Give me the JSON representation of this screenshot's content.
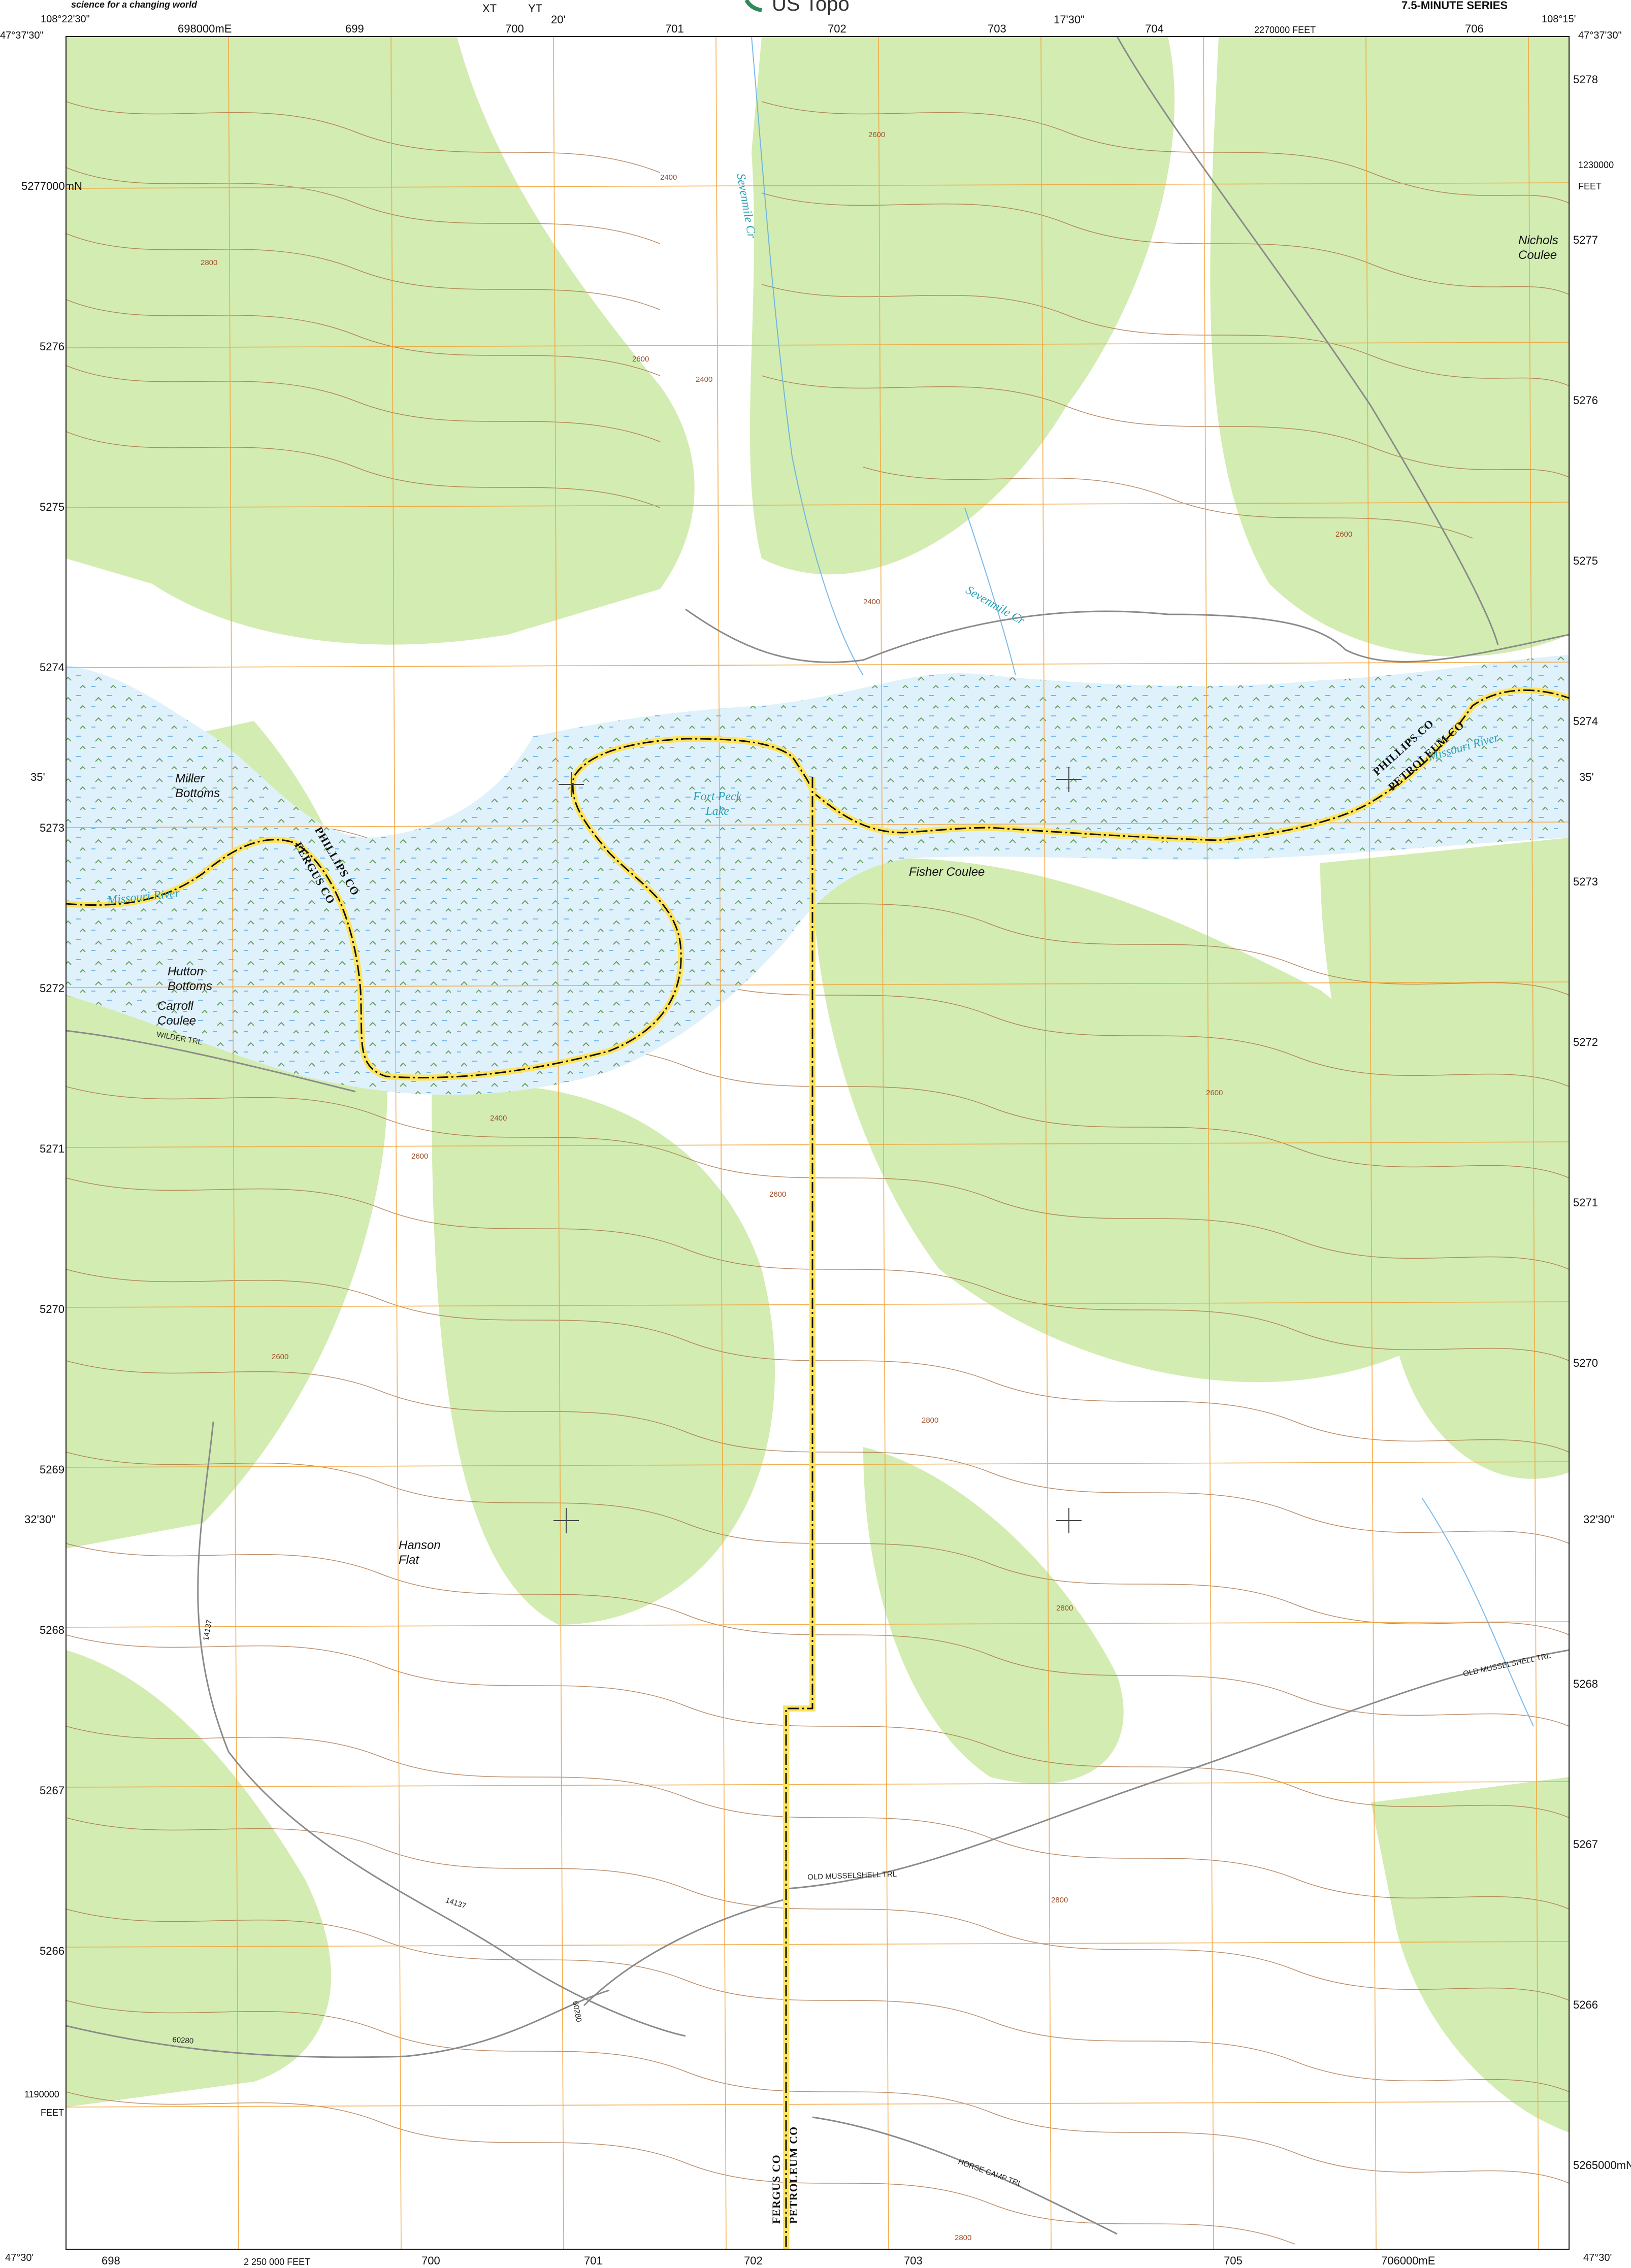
{
  "header": {
    "agency_tagline": "science for a changing world",
    "brand": "US Topo",
    "series": "7.5-MINUTE SERIES"
  },
  "corners": {
    "nw_lon": "108°22'30\"",
    "nw_lat": "47°37'30\"",
    "ne_lon": "108°15'",
    "ne_lat": "47°37'30\"",
    "sw_lat": "47°30'",
    "se_lat": "47°30'"
  },
  "top_marginalia": {
    "xt": "XT",
    "yt": "YT",
    "lon_20": "20'",
    "lon_17_30": "17'30\"",
    "feet_2270000": "2270000 FEET",
    "grid_e_98": "698000mE",
    "grid_99": "699",
    "grid_00": "700",
    "grid_01": "701",
    "grid_02": "702",
    "grid_03": "703",
    "grid_04": "704",
    "grid_06": "706"
  },
  "bottom_marginalia": {
    "grid_98": "698",
    "feet_2250000": "2 250 000 FEET",
    "grid_00": "700",
    "grid_01": "701",
    "grid_02": "702",
    "grid_03": "703",
    "grid_05": "705",
    "grid_e_06": "706000mE"
  },
  "left_marginalia": {
    "n_77": "5277000mN",
    "n_76": "5276",
    "n_75": "5275",
    "n_74": "5274",
    "lat_35": "35'",
    "n_73": "5273",
    "n_72": "5272",
    "n_71": "5271",
    "n_70": "5270",
    "n_69": "5269",
    "lat_32_30": "32'30\"",
    "n_68": "5268",
    "n_67": "5267",
    "n_66": "5266",
    "feet_1190000": "1190000",
    "feet_unit": "FEET"
  },
  "right_marginalia": {
    "n_78": "5278",
    "feet_1230000": "1230000",
    "feet_unit": "FEET",
    "n_77": "5277",
    "n_76": "5276",
    "n_75": "5275",
    "n_74": "5274",
    "lat_35": "35'",
    "n_73": "5273",
    "n_72": "5272",
    "n_71": "5271",
    "n_70": "5270",
    "lat_32_30": "32'30\"",
    "n_68": "5268",
    "n_67": "5267",
    "n_66": "5266",
    "n_65": "5265000mN"
  },
  "place_names": {
    "nichols_coulee": "Nichols\nCoulee",
    "miller_bottoms": "Miller\nBottoms",
    "hutton_bottoms": "Hutton\nBottoms",
    "carroll_coulee": "Carroll\nCoulee",
    "fisher_coulee": "Fisher Coulee",
    "hanson_flat": "Hanson\nFlat"
  },
  "water_names": {
    "sevenmile_cr_north": "Sevenmile Cr",
    "sevenmile_cr": "Sevenmile Cr",
    "fort_peck_lake": "Fort Peck\nLake",
    "missouri_river_west": "Missouri River",
    "missouri_river_east": "Missouri River"
  },
  "roads": {
    "wilder_trl": "WILDER TRL",
    "old_musselshell_trl_east": "OLD MUSSELSHELL TRL",
    "old_musselshell_trl": "OLD MUSSELSHELL TRL",
    "horse_camp_trl": "HORSE CAMP TRL",
    "route_60280": "60280",
    "route_60280_b": "60280",
    "route_14137": "14137",
    "route_14137_b": "14137"
  },
  "county_labels": {
    "phillips_west": "PHILLIPS CO",
    "fergus_west": "FERGUS CO",
    "phillips_east": "PHILLIPS CO",
    "petroleum_east": "PETROLEUM CO",
    "fergus_south": "FERGUS CO",
    "petroleum_south": "PETROLEUM CO"
  },
  "contour_labels": [
    "2400",
    "2600",
    "2800",
    "2400",
    "2600",
    "2600",
    "2400",
    "2600",
    "2400",
    "2800",
    "2600",
    "2600",
    "2800",
    "2800",
    "2600",
    "2800"
  ],
  "colors": {
    "vegetation": "#d3ecb1",
    "water": "#dff1fb",
    "contour": "#a86a3c",
    "grid": "#f2a33a",
    "boundary": "#d8b600",
    "road": "#8a8a8a",
    "water_label": "#2a9fb2"
  }
}
